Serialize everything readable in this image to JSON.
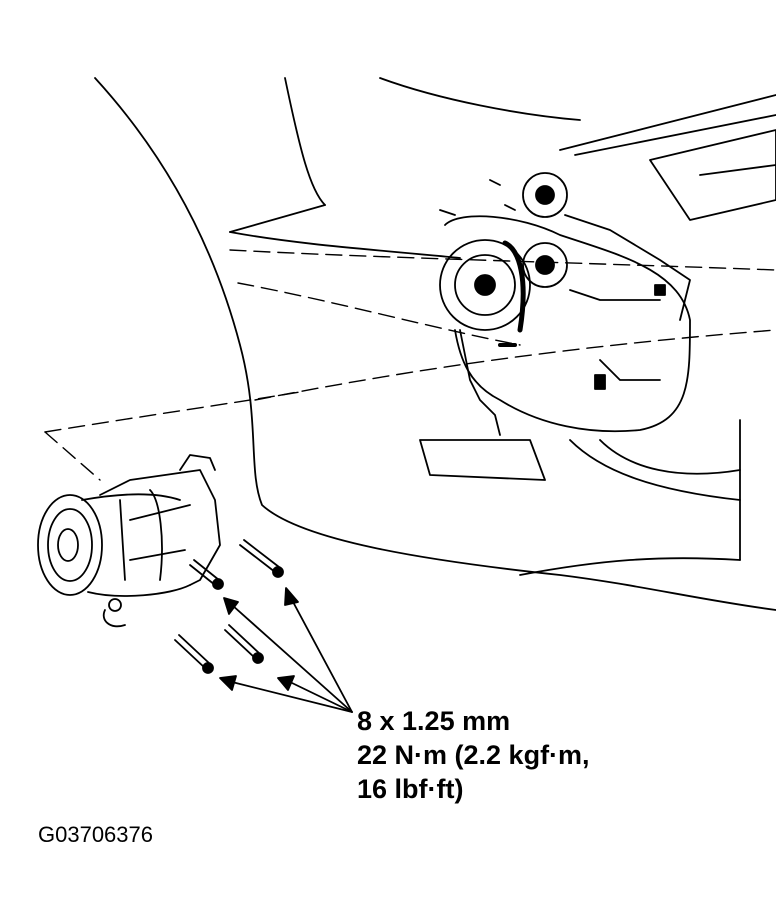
{
  "fastener_spec": {
    "size": "8 x 1.25 mm",
    "torque_line1": "22 N·m (2.2 kgf·m,",
    "torque_line2": "16 lbf·ft)"
  },
  "figure_id": "G03706376"
}
